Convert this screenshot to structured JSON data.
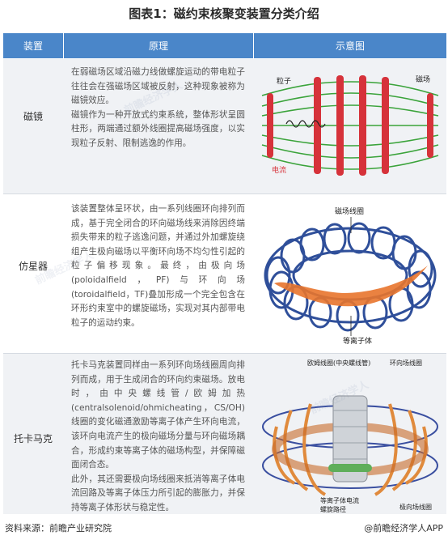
{
  "title": "图表1：磁约束核聚变装置分类介绍",
  "table": {
    "headers": {
      "device": "装置",
      "principle": "原理",
      "diagram": "示意图"
    },
    "rows": [
      {
        "name": "磁镜",
        "desc": "在弱磁场区域沿磁力线做螺旋运动的带电粒子往往会在强磁场区域被反射，这种现象被称为磁镜效应。\n磁镜作为一种开放式约束系统，整体形状呈圆柱形，两端通过额外线圈提高磁场强度，以实现粒子反射、限制逃逸的作用。",
        "labels": {
          "particle": "粒子",
          "field": "磁场",
          "current": "电流"
        }
      },
      {
        "name": "仿星器",
        "desc": "该装置整体呈环状，由一系列线圈环向排列而成，基于完全闭合的环向磁场线来消除因终端损失带来的粒子逃逸问题，并通过外加螺旋绕组产生极向磁场以平衡环向场不均匀性引起的粒子偏移现象。最终，由极向场(poloidalfield，PF)与环向场(toroidalfield，TF)叠加形成一个完全包含在环形约束室中的螺旋磁场，实现对其内部带电粒子的运动约束。",
        "labels": {
          "coils": "磁场线圈",
          "plasma": "等离子体"
        }
      },
      {
        "name": "托卡马克",
        "desc": "托卡马克装置同样由一系列环向场线圈周向排列而成，用于生成闭合的环向约束磁场。放电时，由中央螺线管/欧姆加热(centralsolenoid/ohmicheating，CS/OH)线圈的变化磁通激励等离子体产生环向电流，该环向电流产生的极向磁场分量与环向磁场耦合，形成约束等离子体的磁场构型，并保障磁面闭合态。\n此外，其还需要极向场线圈来抵消等离子体电流回路及等离子体压力所引起的膨胀力，并保持等离子体形状与稳定性。",
        "labels": {
          "cs": "欧姆线圈(中央螺线管)",
          "tf": "环向场线圈",
          "plasma": "等离子体电流",
          "path": "螺旋路径",
          "pf": "极向场线圈"
        }
      }
    ]
  },
  "footer": {
    "source": "资料来源：前瞻产业研究院",
    "brand": "@前瞻经济学人APP"
  },
  "watermark": "前瞻经济学人",
  "colors": {
    "header": "#4a86c9",
    "row_alt": "#f0f2f5",
    "field_line": "#3aa33a",
    "coil": "#d6323a",
    "stellarator_coil": "#2f4f9a",
    "tokamak_coil": "#e08a3c"
  }
}
